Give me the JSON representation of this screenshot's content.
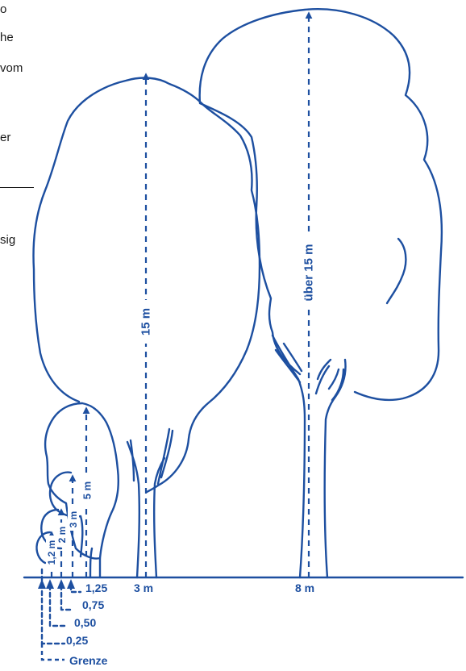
{
  "side_text": {
    "line_1": "o",
    "line_2": "he",
    "line_3": "vom",
    "line_4": "er",
    "line_5": "sig"
  },
  "diagram": {
    "ink_color": "#1d4fa0",
    "height_labels": {
      "tree_15m": "15 m",
      "tree_over_15m": "über 15 m",
      "tree_5m": "5 m",
      "tree_3m": "3 m",
      "tree_2m": "2 m",
      "tree_1_2m": "1,2 m"
    },
    "distance_labels": {
      "d_8m": "8 m",
      "d_3m": "3 m",
      "d_1_25": "1,25",
      "d_0_75": "0,75",
      "d_0_50": "0,50",
      "d_0_25": "0,25"
    },
    "boundary_label": "Grenze"
  }
}
